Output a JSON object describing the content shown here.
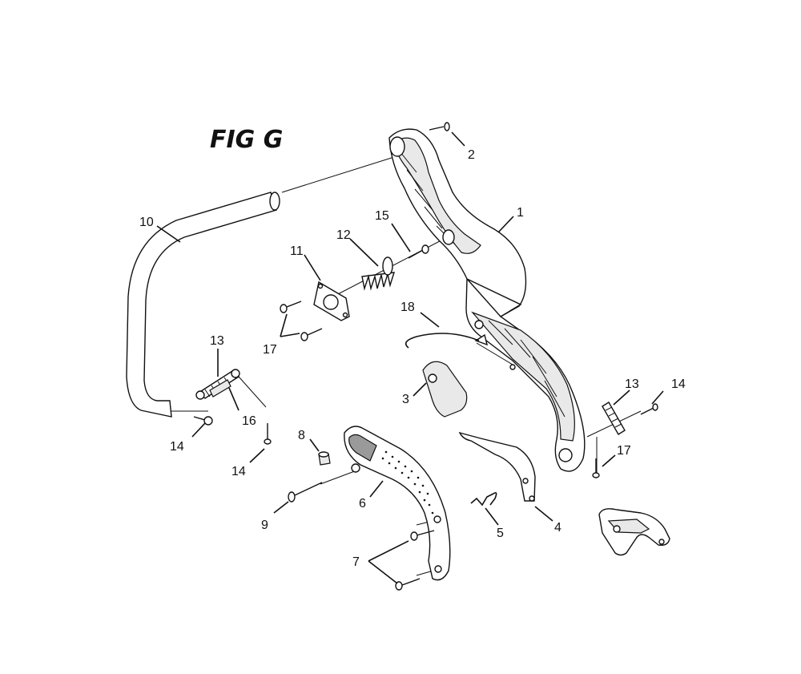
{
  "figure": {
    "title": "FIG G"
  },
  "callouts": [
    {
      "id": "c1",
      "text": "1"
    },
    {
      "id": "c2",
      "text": "2"
    },
    {
      "id": "c3",
      "text": "3"
    },
    {
      "id": "c4",
      "text": "4"
    },
    {
      "id": "c5",
      "text": "5"
    },
    {
      "id": "c6",
      "text": "6"
    },
    {
      "id": "c7",
      "text": "7"
    },
    {
      "id": "c8",
      "text": "8"
    },
    {
      "id": "c9",
      "text": "9"
    },
    {
      "id": "c10",
      "text": "10"
    },
    {
      "id": "c11",
      "text": "11"
    },
    {
      "id": "c12",
      "text": "12"
    },
    {
      "id": "c13a",
      "text": "13"
    },
    {
      "id": "c13b",
      "text": "13"
    },
    {
      "id": "c14a",
      "text": "14"
    },
    {
      "id": "c14b",
      "text": "14"
    },
    {
      "id": "c14c",
      "text": "14"
    },
    {
      "id": "c15",
      "text": "15"
    },
    {
      "id": "c16",
      "text": "16"
    },
    {
      "id": "c17a",
      "text": "17"
    },
    {
      "id": "c17b",
      "text": "17"
    },
    {
      "id": "c18",
      "text": "18"
    }
  ]
}
